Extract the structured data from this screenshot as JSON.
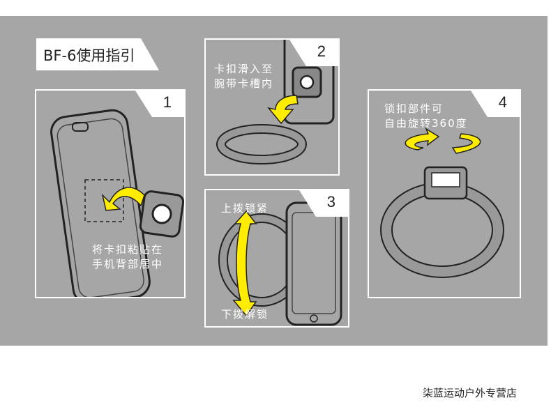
{
  "title": "BF-6使用指引",
  "steps": [
    {
      "number": "1",
      "caption": [
        "将卡扣粘贴在",
        "手机背部居中"
      ]
    },
    {
      "number": "2",
      "caption": [
        "卡扣滑入至",
        "腕带卡槽内"
      ]
    },
    {
      "number": "3",
      "caption_top": "上拨锁紧",
      "caption_bottom": "下拨解锁"
    },
    {
      "number": "4",
      "caption": [
        "锁扣部件可",
        "自由旋转360度"
      ]
    }
  ],
  "shop_name": "柒蓝运动户外专营店",
  "colors": {
    "background": "#a6a6a6",
    "arrow": "#ffec00",
    "panel_border": "#ffffff"
  }
}
